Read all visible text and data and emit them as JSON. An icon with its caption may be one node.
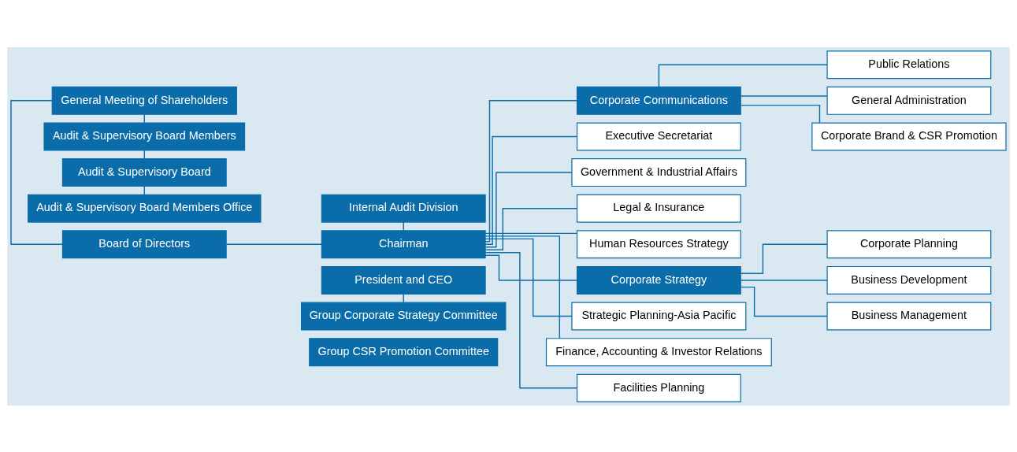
{
  "diagram": {
    "nodes": [
      {
        "text": [
          "General Meeting of Shareholders"
        ]
      },
      {
        "text": [
          "Internal Audit Division"
        ]
      },
      {
        "text": [
          "Board of Directors"
        ]
      },
      {
        "text": [
          "Chairman"
        ]
      },
      {
        "text": [
          "President and CEO"
        ]
      },
      {
        "text": [
          "Audit & Supervisory Board Members"
        ]
      },
      {
        "text": [
          "Audit & Supervisory Board"
        ]
      },
      {
        "text": [
          "Audit & Supervisory Board Members Office"
        ]
      },
      {
        "text": [
          "Group Corporate Strategy Committee"
        ]
      },
      {
        "text": [
          "Group CSR Promotion Committee"
        ]
      },
      {
        "text": [
          "Corporate Communications"
        ]
      },
      {
        "text": [
          "Public Relations"
        ]
      },
      {
        "text": [
          "General Administration"
        ]
      },
      {
        "text": [
          "Corporate Brand & CSR Promotion"
        ]
      },
      {
        "text": [
          "Executive Secretariat"
        ]
      },
      {
        "text": [
          "Government & Industrial Affairs"
        ]
      },
      {
        "text": [
          "Legal & Insurance"
        ]
      },
      {
        "text": [
          "Human Resources Strategy"
        ]
      },
      {
        "text": [
          "Corporate Strategy"
        ]
      },
      {
        "text": [
          "Corporate Planning"
        ]
      },
      {
        "text": [
          "Business Development"
        ]
      },
      {
        "text": [
          "Business Management"
        ]
      },
      {
        "text": [
          "Strategic Planning-Asia Pacific"
        ]
      },
      {
        "text": [
          "Finance, Accounting & Investor Relations"
        ]
      },
      {
        "text": [
          "Facilities Planning"
        ]
      }
    ],
    "edges": [
      {
        "from": 0,
        "to": 2,
        "arrow": "none"
      },
      {
        "from": 0,
        "to": 5,
        "arrow": "none"
      },
      {
        "from": 5,
        "to": 6,
        "arrow": "none"
      },
      {
        "from": 6,
        "to": 7,
        "arrow": "none"
      },
      {
        "from": 2,
        "to": 3,
        "arrow": "none"
      },
      {
        "from": 1,
        "to": 3,
        "arrow": "none"
      },
      {
        "from": 4,
        "to": 8,
        "arrow": "none"
      },
      {
        "from": 3,
        "to": 10,
        "arrow": "none"
      },
      {
        "from": 10,
        "to": 11,
        "arrow": "none"
      },
      {
        "from": 10,
        "to": 12,
        "arrow": "none"
      },
      {
        "from": 10,
        "to": 13,
        "arrow": "none"
      },
      {
        "from": 3,
        "to": 14,
        "arrow": "none"
      },
      {
        "from": 3,
        "to": 15,
        "arrow": "none"
      },
      {
        "from": 3,
        "to": 16,
        "arrow": "none"
      },
      {
        "from": 3,
        "to": 17,
        "arrow": "none"
      },
      {
        "from": 3,
        "to": 18,
        "arrow": "none"
      },
      {
        "from": 18,
        "to": 19,
        "arrow": "none"
      },
      {
        "from": 18,
        "to": 20,
        "arrow": "none"
      },
      {
        "from": 18,
        "to": 21,
        "arrow": "none"
      },
      {
        "from": 3,
        "to": 22,
        "arrow": "none"
      },
      {
        "from": 3,
        "to": 23,
        "arrow": "none"
      },
      {
        "from": 3,
        "to": 24,
        "arrow": "none"
      }
    ]
  }
}
